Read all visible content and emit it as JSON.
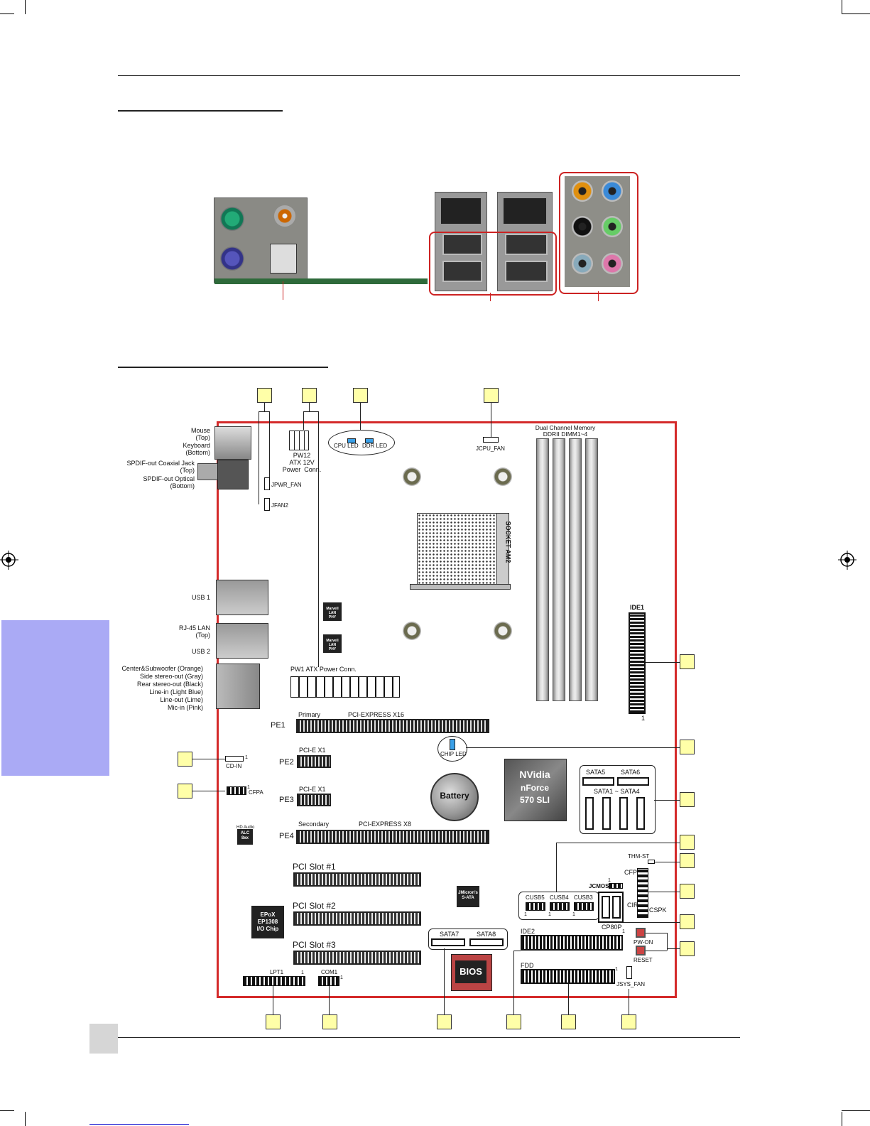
{
  "io_labels": {
    "mouse": "Mouse\n(Top)",
    "keyboard": "Keyboard\n(Bottom)",
    "spdif_coax": "SPDIF-out Coaxial Jack\n(Top)",
    "spdif_opt": "SPDIF-out Optical\n(Bottom)",
    "usb1": "USB 1",
    "rj45": "RJ-45 LAN\n(Top)",
    "usb2": "USB 2",
    "audio": "Center&Subwoofer (Orange)\nSide stereo-out (Gray)\nRear stereo-out (Black)\nLine-in (Light Blue)\nLine-out (Lime)\nMic-in (Pink)"
  },
  "board_labels": {
    "pw12": "PW12\nATX 12V\nPower  Conn.",
    "jpwr_fan": "JPWR_FAN",
    "jfan2": "JFAN2",
    "cpu_led": "CPU LED",
    "ddr_led": "DDR LED",
    "jcpu_fan": "JCPU_FAN",
    "dimm_title": "Dual Channel Memory\nDDRII DIMM1~4",
    "socket": "SOCKET AM2",
    "marvell1": "Marvell\nLAN\nPHY",
    "marvell2": "Marvell\nLAN\nPHY",
    "ide1": "IDE1",
    "ide1_pin": "1",
    "pw1": "PW1 ATX Power Conn.",
    "primary": "Primary",
    "pcie16": "PCI-EXPRESS X16",
    "pe1": "PE1",
    "chip_led": "CHIP LED",
    "pe2": "PE2",
    "pcie_x1_a": "PCI-E X1",
    "cd_in": "CD-IN",
    "cd_pin": "1",
    "pe3": "PE3",
    "pcie_x1_b": "PCI-E X1",
    "cfpa": "CFPA",
    "cfpa_pin": "1",
    "nvidia": "NVidia",
    "nforce": "nForce",
    "sli": "570 SLI",
    "battery": "Battery",
    "sata5": "SATA5",
    "sata6": "SATA6",
    "sata1_4": "SATA1 ~ SATA4",
    "hd_audio": "HD Audio",
    "alc": "ALC\n8xx",
    "pe4": "PE4",
    "secondary": "Secondary",
    "pcie8": "PCI-EXPRESS X8",
    "thm_st": "THM-ST",
    "pci1": "PCI Slot #1",
    "cfp": "CFP",
    "jcmos": "JCMOS",
    "jcmos_pin": "1",
    "jmicron": "JMicron's\nS-ATA",
    "cusb5": "CUSB5",
    "cusb4": "CUSB4",
    "cusb3": "CUSB3",
    "cir": "CIR",
    "cspk": "CSPK",
    "pci2": "PCI Slot #2",
    "epox": "EPoX\nEP1308\nI/O Chip",
    "cp80p": "CP80P",
    "ide2": "IDE2",
    "ide2_pin": "1",
    "pw_on": "PW-ON",
    "sata7": "SATA7",
    "sata8": "SATA8",
    "reset": "RESET",
    "pci3": "PCI Slot #3",
    "fdd": "FDD",
    "fdd_pin": "1",
    "lpt1": "LPT1",
    "lpt_pin": "1",
    "com1": "COM1",
    "com_pin": "1",
    "bios": "BIOS",
    "jsys_fan": "JSYS_FAN",
    "usb_pin1": "1",
    "usb_pin2": "1",
    "usb_pin3": "1"
  },
  "colors": {
    "board_outline": "#d42a2a",
    "callout_box": "#ffffa8",
    "side_tab": "#aaaaf5",
    "led": "#3aa0e8"
  }
}
